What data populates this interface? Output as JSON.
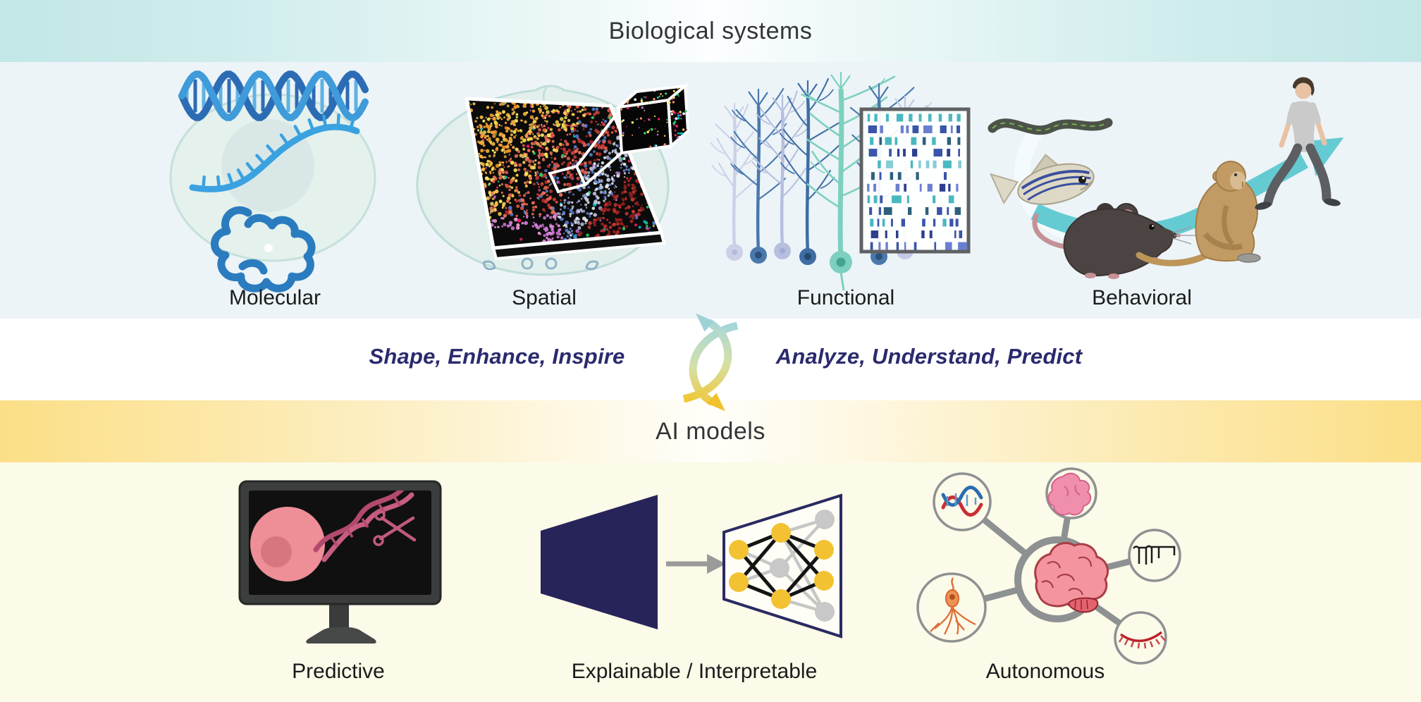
{
  "biological": {
    "title": "Biological systems",
    "labels": [
      "Molecular",
      "Spatial",
      "Functional",
      "Behavioral"
    ]
  },
  "cycle": {
    "left": "Shape, Enhance, Inspire",
    "right": "Analyze, Understand, Predict"
  },
  "ai": {
    "title": "AI models",
    "labels": [
      "Predictive",
      "Explainable / Interpretable",
      "Autonomous"
    ]
  },
  "colors": {
    "bio_banner_edge": "#c2e7e6",
    "bio_body_bg": "#ecf4f8",
    "ai_banner_edge": "#fbdf87",
    "ai_body_bg": "#fcfae8",
    "cycle_text": "#2b2a6e",
    "label_text": "#1b1b1b",
    "cycle_arrow_teal": "#a5d6da",
    "cycle_arrow_yellow": "#f2c62e",
    "behavior_arrow": "#65cbd3",
    "navy_box": "#27245a",
    "network_node_yellow": "#f2c232",
    "network_node_gray": "#c8c8c8"
  },
  "icons": {
    "dna-icon": "double helix",
    "rna-icon": "single strand with bases",
    "protein-icon": "folded squiggle",
    "cell-icon": "cell with nucleus",
    "brain-slice-icon": "spatial transcriptomics slice over brain section",
    "voxel-cube-icon": "zoomed voxel cube",
    "neurons-icon": "layered purkinje neurons",
    "raster-plot-icon": "spike raster",
    "worm-icon": "c. elegans",
    "zebrafish-icon": "zebrafish",
    "mouse-icon": "mouse",
    "monkey-icon": "macaque",
    "human-icon": "walking human",
    "cycle-arrows-icon": "two curved exchange arrows",
    "monitor-icon": "computer display with cell and dna-scissors",
    "black-box-icon": "opaque navy trapezoid",
    "neural-network-icon": "nodes and edges in open trapezoid",
    "brain-icon": "pink brain hub",
    "spike-trace-icon": "action potential trace",
    "neuron-icon": "single orange neuron",
    "eyelash-icon": "red arc with ticks"
  },
  "generative": {
    "seed": 20240613,
    "speckles": {
      "count": 1500
    },
    "cube_dots": {
      "count": 90
    },
    "raster": {
      "rows": 12
    }
  }
}
